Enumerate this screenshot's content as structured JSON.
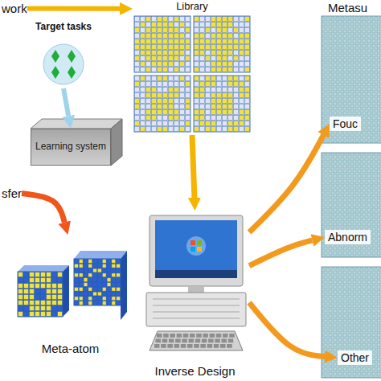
{
  "diagram": {
    "nodes": [
      {
        "text": [
          "work"
        ]
      },
      {
        "text": [
          "Target tasks"
        ]
      },
      {
        "text": [
          "Learning system"
        ]
      },
      {
        "text": [
          "Library"
        ]
      },
      {
        "text": [
          "sfer"
        ]
      },
      {
        "text": [
          "Meta-atom"
        ]
      },
      {
        "text": [
          "Inverse Design"
        ]
      },
      {
        "text": [
          "Fouc"
        ]
      },
      {
        "text": [
          "Abnorm"
        ]
      },
      {
        "text": [
          "Other"
        ]
      }
    ],
    "edges": [
      {
        "from": 0,
        "to": 3,
        "arrow": "to"
      },
      {
        "from": 1,
        "to": 2,
        "arrow": "to"
      },
      {
        "from": 3,
        "to": 6,
        "arrow": "to"
      },
      {
        "from": 4,
        "to": 5,
        "arrow": "to"
      },
      {
        "from": 6,
        "to": 7,
        "arrow": "to"
      },
      {
        "from": 6,
        "to": 8,
        "arrow": "to"
      },
      {
        "from": 6,
        "to": 9,
        "arrow": "to"
      }
    ],
    "labels": [
      "Metasu"
    ]
  }
}
